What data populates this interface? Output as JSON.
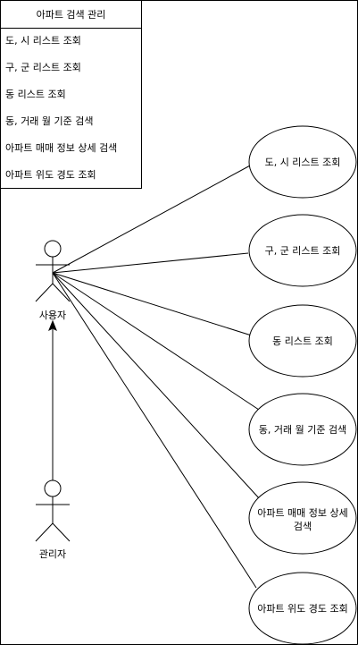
{
  "class_box": {
    "title": "아파트 검색 관리",
    "operations": [
      "도, 시 리스트 조회",
      "구, 군 리스트 조회",
      "동 리스트 조회",
      "동, 거래 월 기준 검색",
      "아파트 매매 정보 상세 검색",
      "아파트 위도 경도 조회"
    ]
  },
  "actors": {
    "user": "사용자",
    "admin": "관리자"
  },
  "use_cases": [
    [
      "도, 시 리스트 조회"
    ],
    [
      "구, 군 리스트 조회"
    ],
    [
      "동 리스트 조회"
    ],
    [
      "동, 거래 월 기준 검색"
    ],
    [
      "아파트 매매 정보 상세",
      "검색"
    ],
    [
      "아파트 위도 경도 조회"
    ]
  ]
}
